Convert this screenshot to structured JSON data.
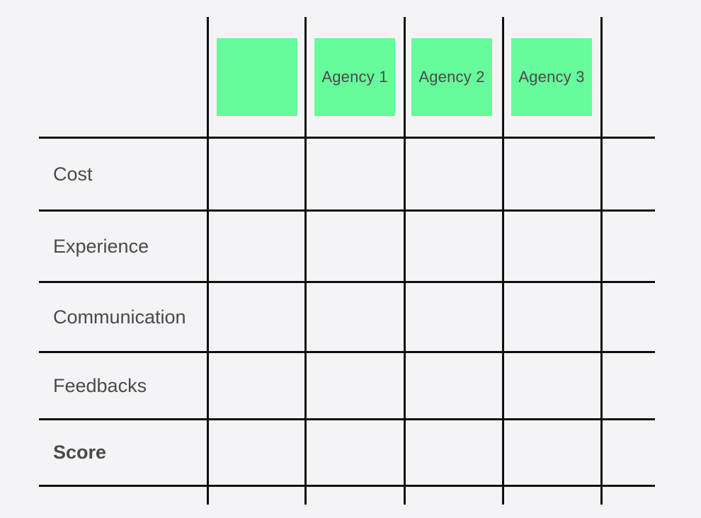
{
  "colors": {
    "background": "#f4f4f6",
    "grid_line": "#0e0e0e",
    "sticky_green": "#66fb9b",
    "text": "#4a4a4a"
  },
  "matrix": {
    "header_stickies": [
      {
        "label": "",
        "color": "#66fb9b"
      },
      {
        "label": "Agency 1",
        "color": "#66fb9b"
      },
      {
        "label": "Agency 2",
        "color": "#66fb9b"
      },
      {
        "label": "Agency 3",
        "color": "#66fb9b"
      }
    ],
    "row_labels": [
      {
        "label": "Cost",
        "bold": false
      },
      {
        "label": "Experience",
        "bold": false
      },
      {
        "label": "Communication",
        "bold": false
      },
      {
        "label": "Feedbacks",
        "bold": false
      },
      {
        "label": "Score",
        "bold": true
      }
    ],
    "cells_empty": true
  }
}
